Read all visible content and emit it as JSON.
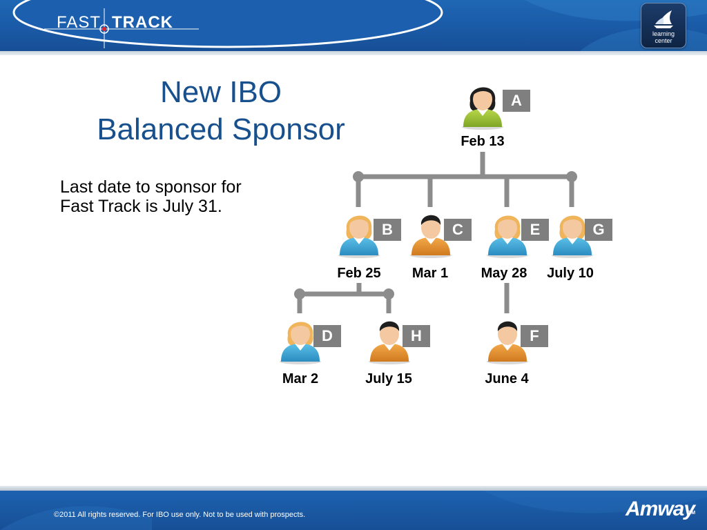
{
  "header": {
    "logo_fast": "FAST",
    "logo_track": "TRACK",
    "badge_line1": "learning",
    "badge_line2": "center"
  },
  "title": {
    "line1": "New IBO",
    "line2": "Balanced Sponsor"
  },
  "note": {
    "line1": "Last date to sponsor for",
    "line2": "Fast Track is July 31."
  },
  "colors": {
    "header_blue": "#1a5aa6",
    "title_blue": "#17508c",
    "label_gray": "#7f7f7f",
    "connector_gray": "#8c8c8c",
    "shirt_green": "#9cc23a",
    "shirt_blue": "#3aa7d6",
    "shirt_orange": "#e5922e"
  },
  "diagram": {
    "nodes": [
      {
        "id": "A",
        "letter": "A",
        "date": "Feb 13",
        "parent": "",
        "hair": "dark-female",
        "shirt": "green"
      },
      {
        "id": "B",
        "letter": "B",
        "date": "Feb 25",
        "parent": "A",
        "hair": "blonde-female",
        "shirt": "blue"
      },
      {
        "id": "C",
        "letter": "C",
        "date": "Mar 1",
        "parent": "A",
        "hair": "dark-male",
        "shirt": "orange"
      },
      {
        "id": "E",
        "letter": "E",
        "date": "May 28",
        "parent": "A",
        "hair": "blonde-female",
        "shirt": "blue"
      },
      {
        "id": "G",
        "letter": "G",
        "date": "July 10",
        "parent": "A",
        "hair": "blonde-female",
        "shirt": "blue"
      },
      {
        "id": "D",
        "letter": "D",
        "date": "Mar 2",
        "parent": "B",
        "hair": "blonde-female",
        "shirt": "blue"
      },
      {
        "id": "H",
        "letter": "H",
        "date": "July 15",
        "parent": "B",
        "hair": "dark-male",
        "shirt": "orange"
      },
      {
        "id": "F",
        "letter": "F",
        "date": "June 4",
        "parent": "E",
        "hair": "dark-male",
        "shirt": "orange"
      }
    ]
  },
  "footer": {
    "copyright": "©2011  All rights reserved. For IBO use only. Not to be used with prospects.",
    "brand": "Amway",
    "brand_tm": "TM"
  }
}
